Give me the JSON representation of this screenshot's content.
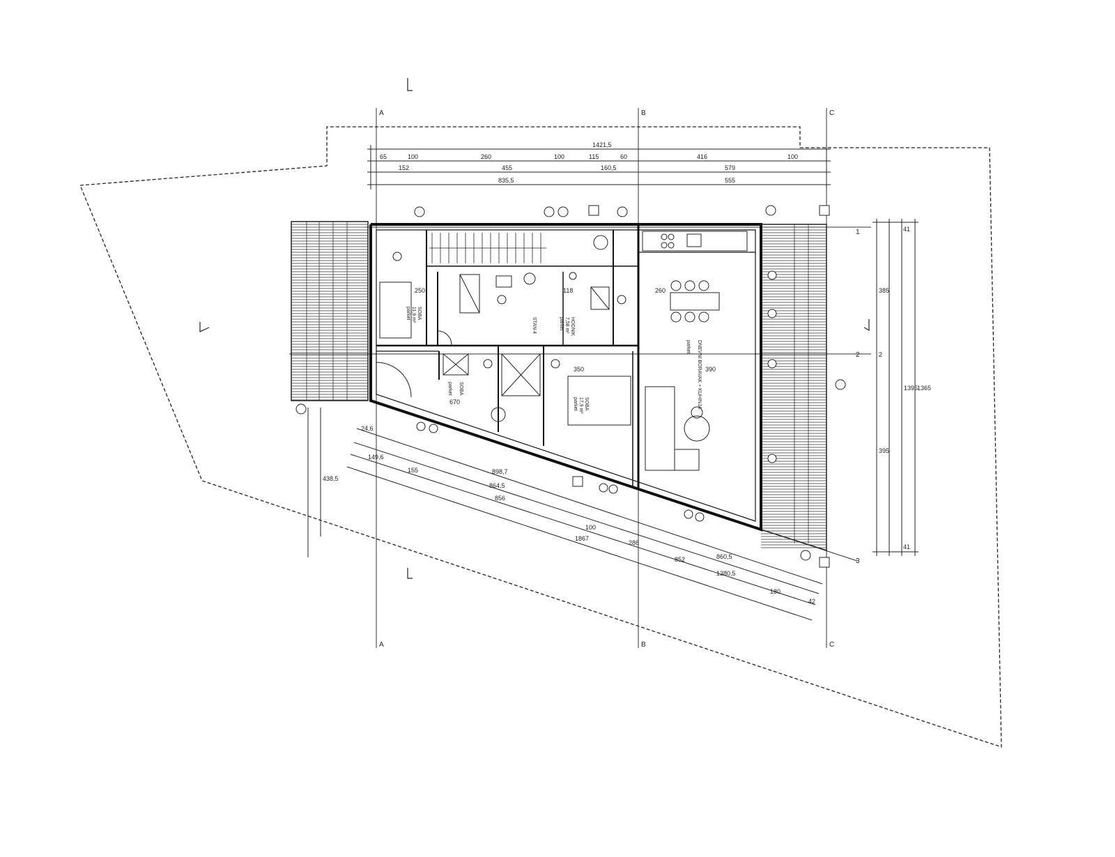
{
  "grid": {
    "vertical": [
      "A",
      "B",
      "C"
    ],
    "horizontal": [
      "1",
      "2",
      "3"
    ]
  },
  "dims": {
    "overall_top": "1421,5",
    "top_row1": [
      "65",
      "100",
      "260",
      "100",
      "115",
      "60",
      "416",
      "100"
    ],
    "top_row2": [
      "152",
      "455",
      "160,5",
      "579"
    ],
    "top_row3": [
      "835,5",
      "555"
    ],
    "right": [
      "41",
      "385",
      "2",
      "395",
      "41",
      "1395",
      "1365"
    ],
    "left_vertical": "438,5",
    "diagonal": [
      "898,7",
      "864,5",
      "856",
      "100",
      "286",
      "860,5",
      "852",
      "1380,5",
      "1867",
      "180",
      "42",
      "24,6",
      "149,6",
      "155"
    ]
  },
  "rooms": [
    {
      "name": "SOBA",
      "area": "11,9 m²",
      "floor": "parket"
    },
    {
      "name": "STAN 4",
      "area": "",
      "floor": ""
    },
    {
      "name": "HODNIK",
      "area": "7,58 m²",
      "floor": "parket"
    },
    {
      "name": "SOBA",
      "area": "",
      "floor": "parket"
    },
    {
      "name": "SOBA",
      "area": "17,9 m²",
      "floor": "parket"
    },
    {
      "name": "DNEVNI BORAVAK + KUHINJA",
      "area": "",
      "floor": "parket"
    }
  ],
  "labels": {
    "dim_250": "250",
    "dim_260": "260",
    "dim_350": "350",
    "dim_390": "390",
    "dim_670": "670",
    "dim_118": "118"
  },
  "colors": {
    "line": "#1a1a1a",
    "hatch": "#333333",
    "background": "#ffffff"
  }
}
